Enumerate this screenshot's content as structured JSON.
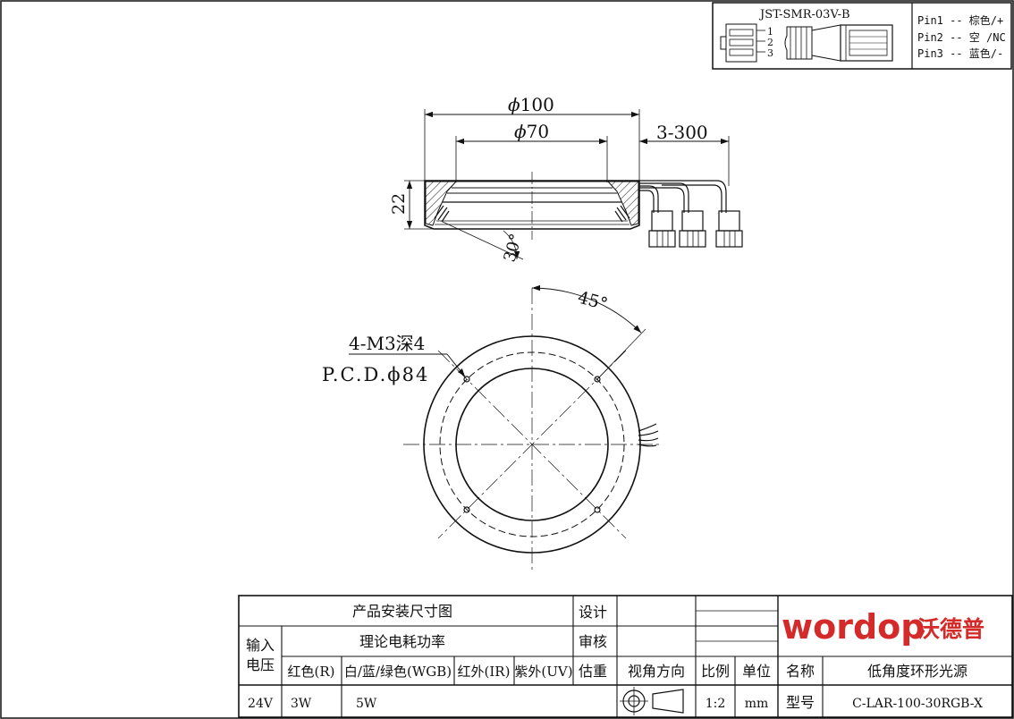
{
  "connector": {
    "model": "JST-SMR-03V-B",
    "pin_numbers": [
      "1",
      "2",
      "3"
    ],
    "pins": [
      "Pin1 -- 棕色/+",
      "Pin2 -- 空 /NC",
      "Pin3 -- 蓝色/-"
    ]
  },
  "dimensions": {
    "outer_diameter": "100",
    "inner_diameter": "70",
    "cable": "3-300",
    "height": "22",
    "angle": "30°",
    "hole_angle": "45°",
    "holes": "4-M3深4",
    "pcd": "P.C.D.ϕ84",
    "dia_symbol": "ϕ"
  },
  "title_block": {
    "drawing_name": "产品安装尺寸图",
    "design_label": "设计",
    "review_label": "审核",
    "power_title": "理论电耗功率",
    "input_voltage_label": "输入电压",
    "col_red": "红色(R)",
    "col_wgb": "白/蓝/绿色(WGB)",
    "col_ir": "红外(IR)",
    "col_uv": "紫外(UV)",
    "weight_label": "估重",
    "view_label": "视角方向",
    "scale_label": "比例",
    "unit_label": "单位",
    "name_label": "名称",
    "product_name": "低角度环形光源",
    "voltage": "24V",
    "red_power": "3W",
    "wgb_power": "5W",
    "scale": "1:2",
    "unit": "mm",
    "model_label": "型号",
    "model": "C-LAR-100-30RGB-X"
  },
  "brand": {
    "latin": "wordop",
    "chinese": "沃德普",
    "color": "#d42a2a"
  }
}
